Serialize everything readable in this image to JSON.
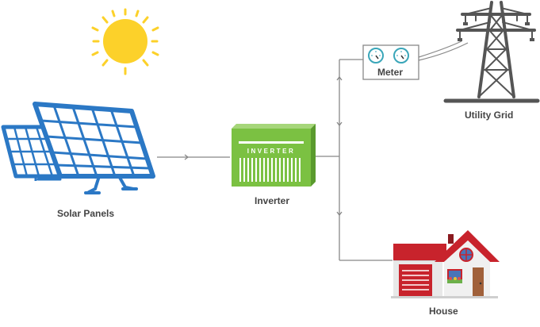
{
  "labels": {
    "solar_panels": "Solar Panels",
    "inverter": "Inverter",
    "inverter_plate": "INVERTER",
    "meter": "Meter",
    "utility_grid": "Utility Grid",
    "house": "House"
  },
  "colors": {
    "sun": "#fcd12a",
    "panel_blue": "#2b78c5",
    "inverter_green": "#7bc142",
    "inverter_dark": "#5a9a2e",
    "tower": "#555555",
    "wire": "#888888",
    "house_red": "#c8232c",
    "house_wall": "#e8e8e8",
    "meter_teal": "#3aa6b9",
    "door": "#a0603a"
  },
  "icons": [
    "sun-icon",
    "solar-panel-icon",
    "inverter-icon",
    "meter-icon",
    "utility-tower-icon",
    "house-icon",
    "arrow-icon"
  ]
}
